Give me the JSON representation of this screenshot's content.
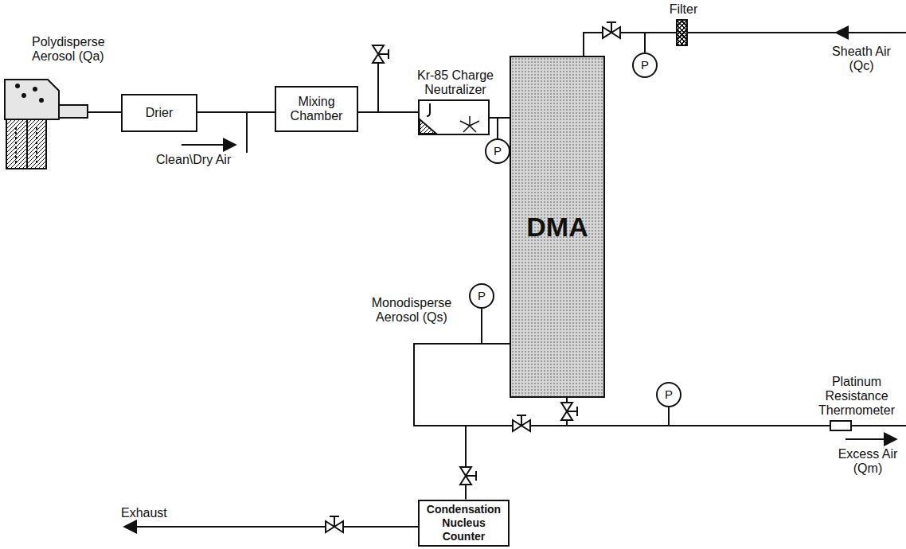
{
  "diagram": {
    "nodes": [
      {
        "text": [
          "Drier"
        ]
      },
      {
        "text": [
          "Mixing Chamber"
        ]
      },
      {
        "text": [
          "Kr-85 Charge Neutralizer"
        ]
      },
      {
        "text": [
          "Filter"
        ]
      },
      {
        "text": [
          "P"
        ]
      },
      {
        "text": [
          "DMA"
        ]
      },
      {
        "text": [
          "P"
        ]
      },
      {
        "text": [
          "P"
        ]
      },
      {
        "text": [
          "P"
        ]
      },
      {
        "text": [
          "Platinum Resistance Thermometer"
        ]
      },
      {
        "text": [
          "Condensation Nucleus Counter"
        ]
      }
    ],
    "edges": [
      {
        "from": 0,
        "to": 1,
        "arrow": "none"
      },
      {
        "from": 1,
        "to": 2,
        "arrow": "none"
      },
      {
        "from": 2,
        "to": 5,
        "arrow": "none"
      },
      {
        "from": 3,
        "to": 5,
        "arrow": "none"
      },
      {
        "from": 5,
        "to": 9,
        "arrow": "none"
      },
      {
        "from": 5,
        "to": 10,
        "arrow": "none"
      }
    ],
    "labels": [
      "Polydisperse Aerosol (Qa)",
      "Clean\\Dry Air",
      "Sheath Air (Qc)",
      "Monodisperse Aerosol (Qs)",
      "Excess Air (Qm)",
      "Exhaust"
    ]
  }
}
